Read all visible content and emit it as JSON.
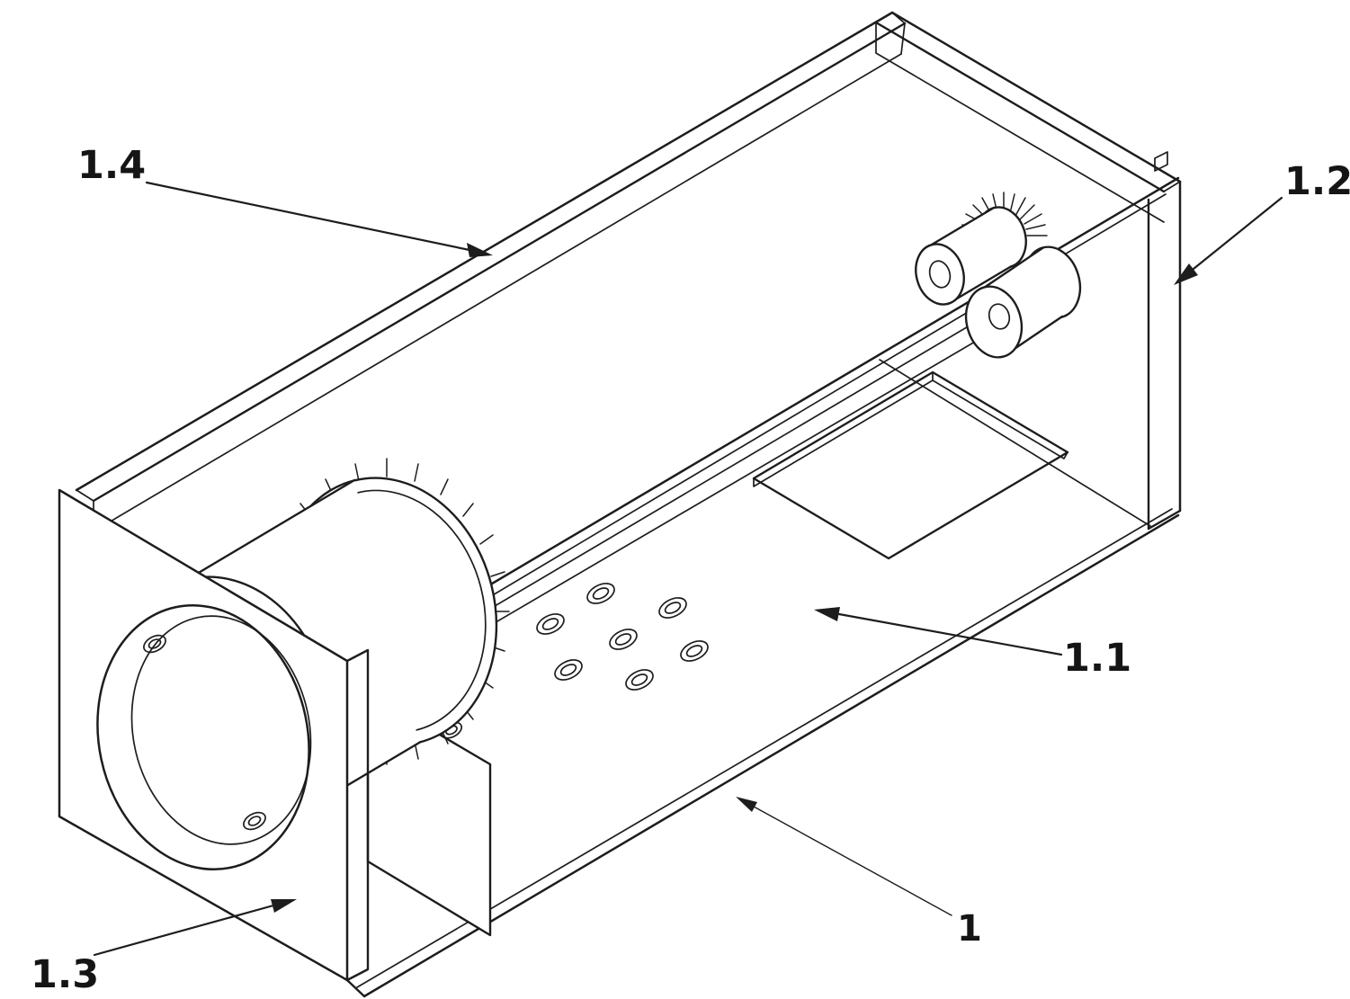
{
  "figure": {
    "background_color": "#ffffff",
    "line_color": "#1d1d1d",
    "callouts": {
      "bottom_panel": "1.1",
      "end_plate": "1.2",
      "front_plate": "1.3",
      "top_rail": "1.4",
      "housing": "1"
    }
  }
}
